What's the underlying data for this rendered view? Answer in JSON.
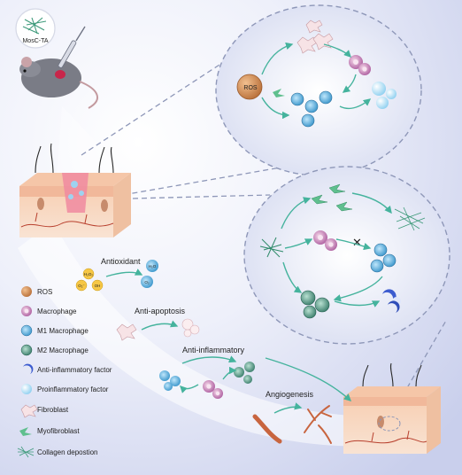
{
  "mouse": {
    "label": "MosC-TA"
  },
  "circle_top": {
    "label": "ROS"
  },
  "processes": {
    "antioxidant": "Antioxidant",
    "anti_apoptosis": "Anti-apoptosis",
    "anti_inflammatory": "Anti-inflammatory",
    "angiogenesis": "Angiogenesis"
  },
  "molecules": {
    "h2o2": "H₂O₂",
    "o2_radical": "O₂⁻",
    "oh_radical": "OH",
    "h2o": "H₂O",
    "o2": "O₂"
  },
  "legend": [
    {
      "label": "ROS",
      "icon": "ros-icon"
    },
    {
      "label": "Macrophage",
      "icon": "macrophage-icon"
    },
    {
      "label": "M1 Macrophage",
      "icon": "m1-macrophage-icon"
    },
    {
      "label": "M2 Macrophage",
      "icon": "m2-macrophage-icon"
    },
    {
      "label": "Anti-inflammatory factor",
      "icon": "anti-inflammatory-factor-icon"
    },
    {
      "label": "Proinflammatory factor",
      "icon": "proinflammatory-factor-icon"
    },
    {
      "label": "Fibroblast",
      "icon": "fibroblast-icon"
    },
    {
      "label": "Myofibroblast",
      "icon": "myofibroblast-icon"
    },
    {
      "label": "Collagen depostion",
      "icon": "collagen-icon"
    }
  ],
  "colors": {
    "background": "#e9ecf8",
    "ros": "#c8874a",
    "m1": "#4fa8d8",
    "m2": "#3f8f7a",
    "skin": "#f3c6a6",
    "arrow": "#45b39d"
  }
}
